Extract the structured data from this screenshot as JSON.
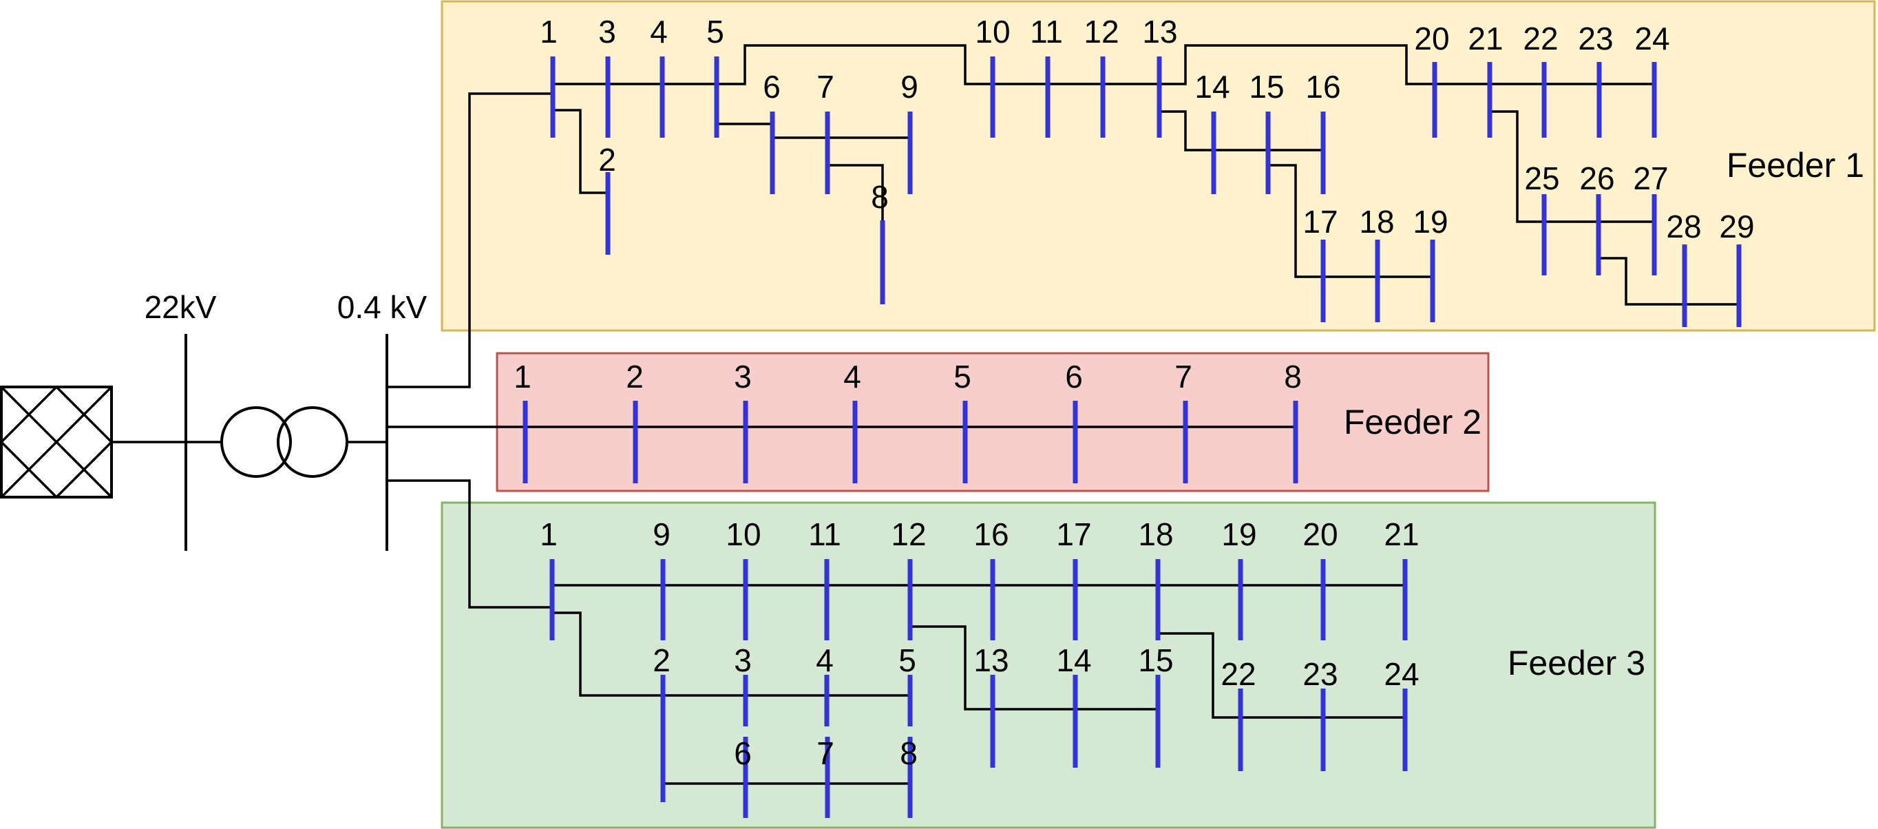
{
  "colors": {
    "bus": "#3333dd",
    "feeder1_fill": "#fff2cc",
    "feeder1_border": "#d6b656",
    "feeder2_fill": "#f8cecc",
    "feeder2_border": "#b85450",
    "feeder3_fill": "#d5e8d4",
    "feeder3_border": "#82b366"
  },
  "grid_icon": "external-grid-icon",
  "transformer_icon": "transformer-icon",
  "voltages": {
    "hv": "22kV",
    "lv": "0.4 kV"
  },
  "feeders": [
    {
      "label": "Feeder 1",
      "buses": [
        "1",
        "3",
        "4",
        "5",
        "10",
        "11",
        "12",
        "13",
        "20",
        "21",
        "22",
        "23",
        "24",
        "2",
        "6",
        "7",
        "9",
        "14",
        "15",
        "16",
        "8",
        "25",
        "26",
        "27",
        "17",
        "18",
        "19",
        "28",
        "29"
      ]
    },
    {
      "label": "Feeder 2",
      "buses": [
        "1",
        "2",
        "3",
        "4",
        "5",
        "6",
        "7",
        "8"
      ]
    },
    {
      "label": "Feeder 3",
      "buses": [
        "1",
        "9",
        "10",
        "11",
        "12",
        "16",
        "17",
        "18",
        "19",
        "20",
        "21",
        "2",
        "3",
        "4",
        "5",
        "13",
        "14",
        "15",
        "22",
        "23",
        "24",
        "6",
        "7",
        "8"
      ]
    }
  ]
}
